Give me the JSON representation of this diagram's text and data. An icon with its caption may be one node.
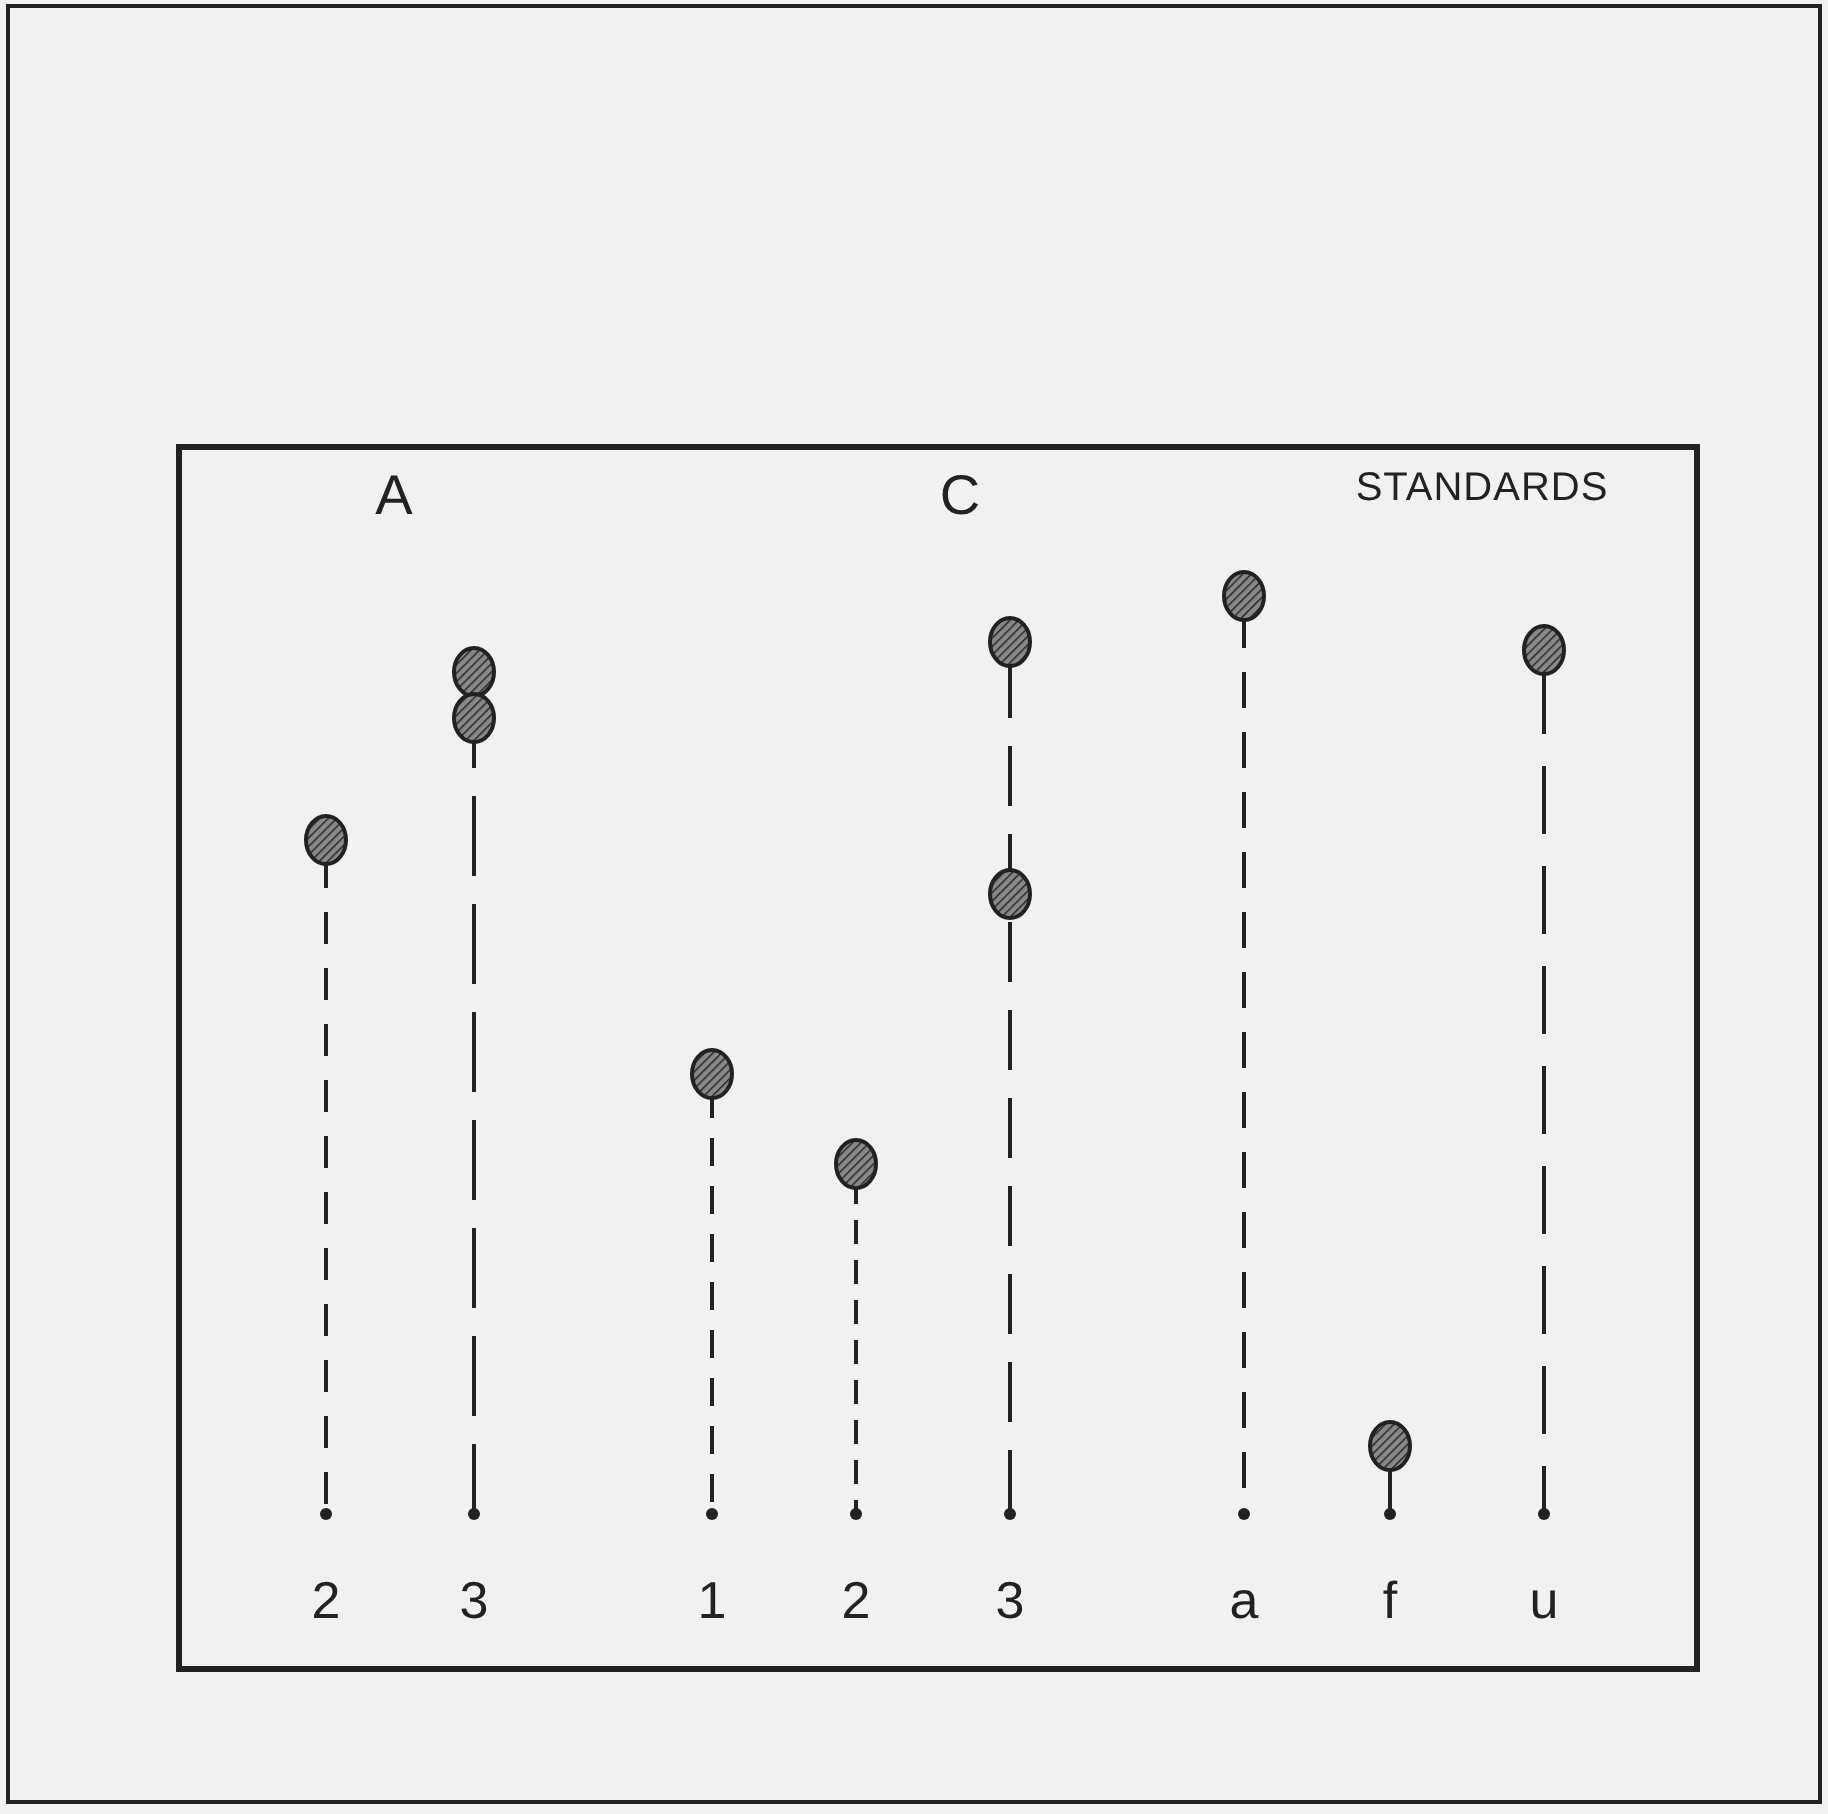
{
  "diagram": {
    "labels": [
      "A",
      "C",
      "STANDARDS",
      "2",
      "3",
      "1",
      "2",
      "3",
      "a",
      "f",
      "u"
    ]
  }
}
